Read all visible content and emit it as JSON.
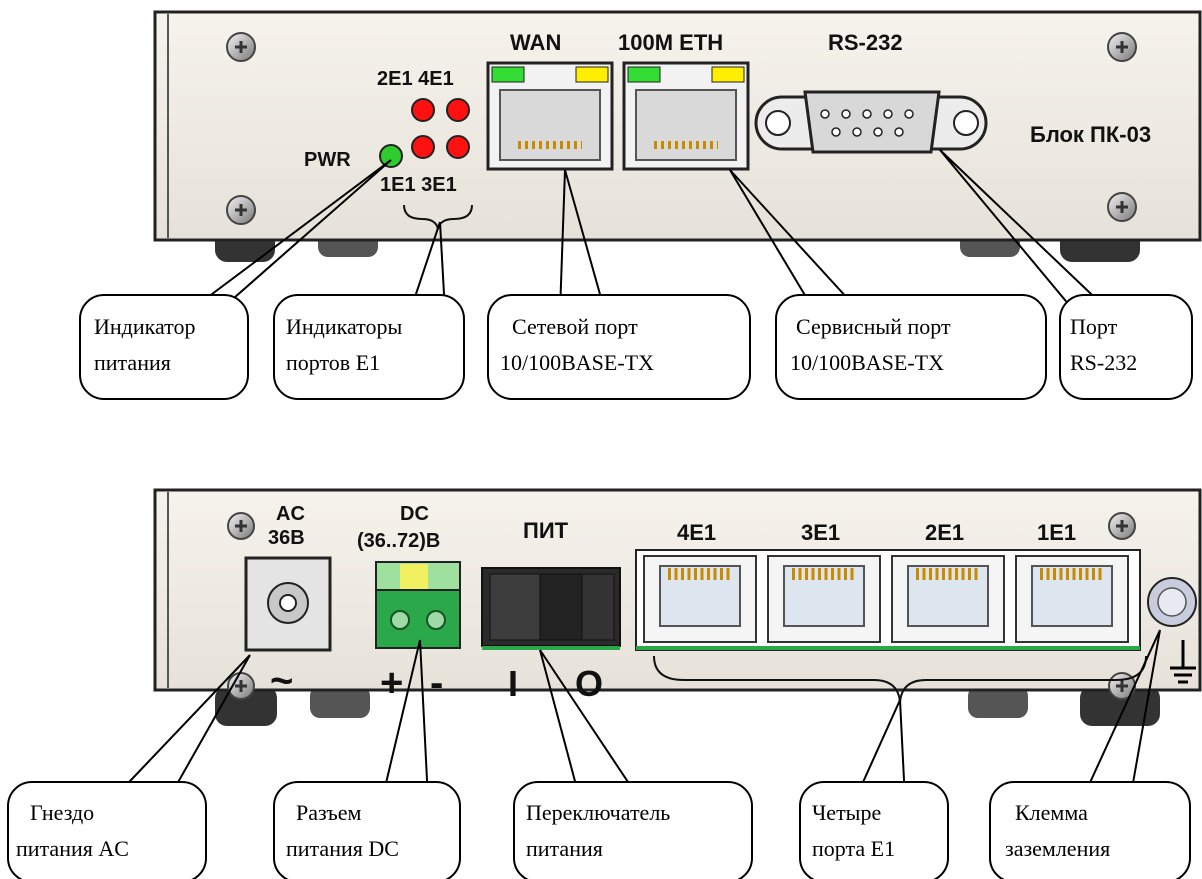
{
  "front": {
    "pwr": "PWR",
    "e1_top": "2E1 4E1",
    "e1_bottom": "1E1 3E1",
    "wan": "WAN",
    "eth": "100M ETH",
    "rs232": "RS-232",
    "block": "Блок ПК-03",
    "callouts": [
      {
        "line1": "Индикатор",
        "line2": "питания"
      },
      {
        "line1": "Индикаторы",
        "line2": "портов E1"
      },
      {
        "line1": "Сетевой порт",
        "line2": "10/100BASE-TX"
      },
      {
        "line1": "Сервисный порт",
        "line2": "10/100BASE-TX"
      },
      {
        "line1": "Порт",
        "line2": "RS-232"
      }
    ]
  },
  "rear": {
    "ac_top": "AC",
    "ac_bottom": "36В",
    "dc_top": "DC",
    "dc_bottom": "(36..72)В",
    "pit": "ПИТ",
    "ports": [
      "4E1",
      "3E1",
      "2E1",
      "1E1"
    ],
    "tilde": "~",
    "plus": "+",
    "minus": "-",
    "on": "I",
    "off": "O",
    "callouts": [
      {
        "line1": "Гнездо",
        "line2": "питания AC"
      },
      {
        "line1": "Разъем",
        "line2": "питания DC"
      },
      {
        "line1": "Переключатель",
        "line2": "питания"
      },
      {
        "line1": "Четыре",
        "line2": "порта E1"
      },
      {
        "line1": "Клемма",
        "line2": "заземления"
      }
    ]
  },
  "colors": {
    "panel": "#f0ede6",
    "led_green": "#2ecc2e",
    "led_red": "#ff1111",
    "led_yellow": "#ffee00",
    "terminal": "#2aa84a"
  }
}
